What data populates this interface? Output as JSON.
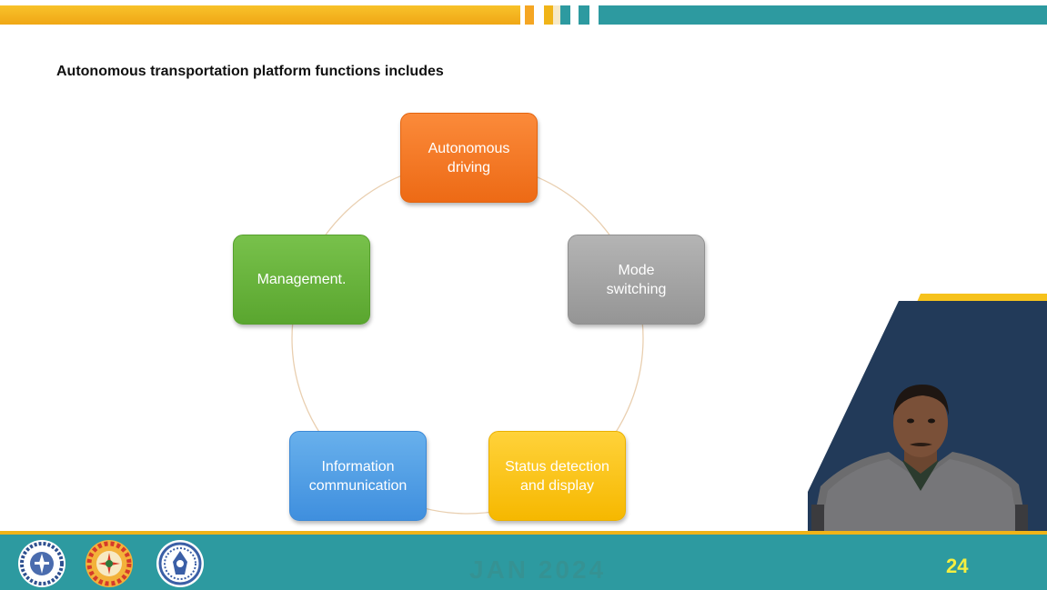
{
  "slide": {
    "title": "Autonomous transportation platform functions  includes",
    "page_number": "24",
    "watermark": "JAN 2024"
  },
  "cycle": {
    "nodes": [
      {
        "id": "autonomous-driving",
        "label": "Autonomous\ndriving",
        "color": "#f47b2a"
      },
      {
        "id": "mode-switching",
        "label": "Mode\nswitching",
        "color": "#a6a6a6"
      },
      {
        "id": "status-detection",
        "label": "Status detection\nand display",
        "color": "#fcc41b"
      },
      {
        "id": "information-communication",
        "label": "Information\ncommunication",
        "color": "#4e9ee5"
      },
      {
        "id": "management",
        "label": "Management.",
        "color": "#68b43c"
      }
    ]
  },
  "colors": {
    "banner_orange": "#f6b51f",
    "banner_teal": "#2d9aa0",
    "bottom_bar": "#2d9aa0",
    "page_number": "#f4ee40",
    "presenter_panel": "#223a59",
    "presenter_accent": "#f6c21c"
  },
  "icons": [
    "iit-kharagpur-logo-icon",
    "institute-emblem-icon",
    "nptel-logo-icon"
  ]
}
